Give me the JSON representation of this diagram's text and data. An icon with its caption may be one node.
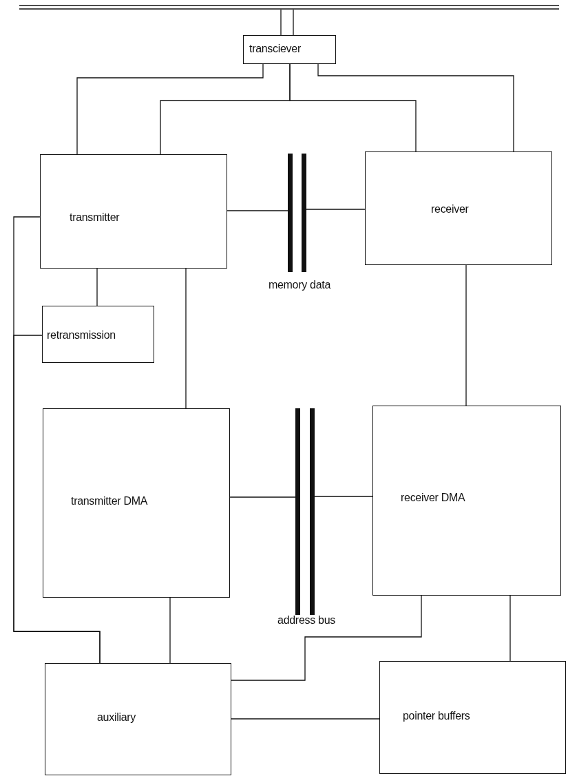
{
  "diagram": {
    "nodes": [
      {
        "text": [],
        "shape": "bar"
      },
      {
        "text": [
          "transciever"
        ]
      },
      {
        "text": [
          "transmitter"
        ]
      },
      {
        "text": [
          "receiver"
        ]
      },
      {
        "text": [
          "memory data"
        ]
      },
      {
        "text": [
          "retransmission"
        ]
      },
      {
        "text": [
          "transmitter DMA"
        ]
      },
      {
        "text": [
          "receiver DMA"
        ]
      },
      {
        "text": [
          "address bus"
        ]
      },
      {
        "text": [
          "auxiliary"
        ]
      },
      {
        "text": [
          "pointer buffers"
        ]
      }
    ],
    "edges": [
      {
        "from": 0,
        "to": 1,
        "arrow": "none"
      },
      {
        "from": 0,
        "to": 1,
        "arrow": "none"
      },
      {
        "from": 1,
        "to": 2,
        "arrow": "none"
      },
      {
        "from": 1,
        "to": 2,
        "arrow": "none"
      },
      {
        "from": 1,
        "to": 3,
        "arrow": "none"
      },
      {
        "from": 1,
        "to": 3,
        "arrow": "none"
      },
      {
        "from": 2,
        "to": 4,
        "arrow": "none"
      },
      {
        "from": 4,
        "to": 3,
        "arrow": "none"
      },
      {
        "from": 2,
        "to": 5,
        "arrow": "none"
      },
      {
        "from": 2,
        "to": 6,
        "arrow": "none"
      },
      {
        "from": 3,
        "to": 7,
        "arrow": "none"
      },
      {
        "from": 6,
        "to": 8,
        "arrow": "none"
      },
      {
        "from": 8,
        "to": 7,
        "arrow": "none"
      },
      {
        "from": 2,
        "to": 9,
        "arrow": "none"
      },
      {
        "from": 5,
        "to": 9,
        "arrow": "none"
      },
      {
        "from": 6,
        "to": 9,
        "arrow": "none"
      },
      {
        "from": 7,
        "to": 9,
        "arrow": "none"
      },
      {
        "from": 7,
        "to": 10,
        "arrow": "none"
      },
      {
        "from": 9,
        "to": 10,
        "arrow": "none"
      }
    ]
  }
}
